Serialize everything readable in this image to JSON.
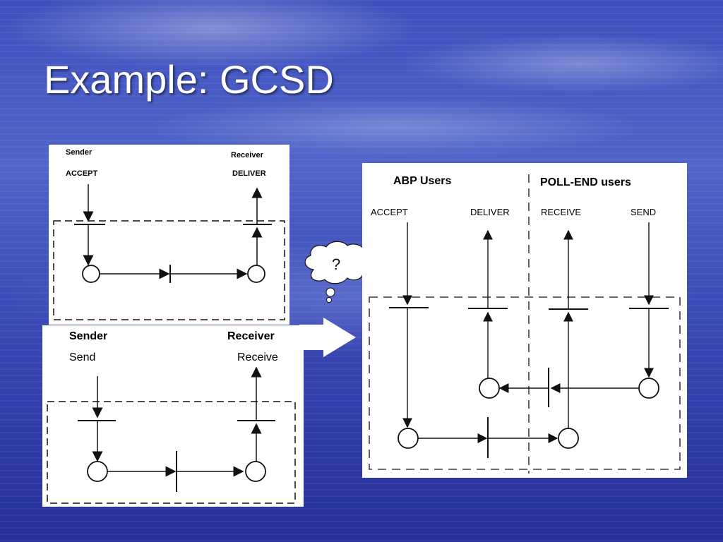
{
  "slide": {
    "title": "Example: GCSD"
  },
  "diagram_top_left": {
    "sender_label": "Sender",
    "sender_action": "ACCEPT",
    "receiver_label": "Receiver",
    "receiver_action": "DELIVER"
  },
  "diagram_bottom_left": {
    "sender_label": "Sender",
    "sender_action": "Send",
    "receiver_label": "Receiver",
    "receiver_action": "Receive"
  },
  "thought_bubble": {
    "text": "?"
  },
  "diagram_right": {
    "group_left_label": "ABP Users",
    "group_right_label": "POLL-END users",
    "col_accept": "ACCEPT",
    "col_deliver": "DELIVER",
    "col_receive": "RECEIVE",
    "col_send": "SEND"
  },
  "colors": {
    "background": "#3e4fbd",
    "title": "#ffffff",
    "panel": "#ffffff",
    "ink": "#111111"
  }
}
